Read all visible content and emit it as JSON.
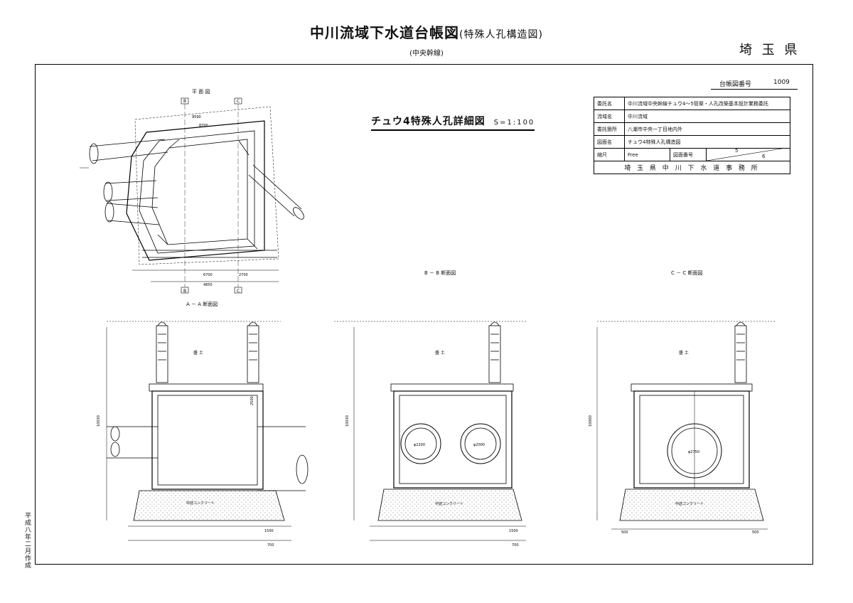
{
  "header": {
    "title": "中川流域下水道台帳図",
    "title_sub": "(特殊人孔構造図)",
    "subtitle": "(中央幹線)",
    "prefecture": "埼 玉 県"
  },
  "drawing_number": {
    "label": "台帳図番号",
    "value": "1009"
  },
  "info_table": {
    "rows": [
      {
        "key": "委託名",
        "value": "中川流域中央幹線チュウ4～5管渠・人孔改築基本設計業務委託"
      },
      {
        "key": "流域名",
        "value": "中川流域"
      },
      {
        "key": "委託箇所",
        "value": "八潮市中央一丁目地内外"
      },
      {
        "key": "図面名",
        "value": "チュウ4特殊人孔構造図"
      }
    ],
    "scale_label": "縮尺",
    "scale_value": "Free",
    "sheet_label": "図面番号",
    "sheet_num": "5",
    "sheet_total": "6",
    "office": "埼 玉 県 中 川 下 水 道 事 務 所"
  },
  "detail_title": {
    "text": "チュウ4特殊人孔詳細図",
    "scale": "S=1:100"
  },
  "views": {
    "plan": "平 面 図",
    "section_a": "A － A 断面図",
    "section_b": "B － B 断面図",
    "section_c": "C － C 断面図"
  },
  "marks": {
    "b": "B",
    "c": "C"
  },
  "labels": {
    "concrete_a": "中詰コンクリート",
    "concrete_b": "中詰コンクリート",
    "concrete_c": "中詰コンクリート",
    "soil_a": "盛 土",
    "soil_b": "盛 土",
    "soil_c": "盛 土",
    "pipe_b1": "φ2200",
    "pipe_b2": "φ2000",
    "pipe_c": "φ2750"
  },
  "dimensions": {
    "plan_top1": "9590",
    "plan_top2": "8700",
    "plan_bot1": "6700",
    "plan_bot2": "4850",
    "plan_bot3": "2700",
    "a_dim1": "10030",
    "a_dim2": "2500",
    "a_bot1": "1500",
    "a_bot2": "700",
    "b_dim1": "10030",
    "b_bot1": "1500",
    "b_bot2": "700",
    "c_dim1": "10000",
    "c_bot1": "500",
    "c_bot2": "500"
  },
  "side_text": "平成八年二月作成"
}
